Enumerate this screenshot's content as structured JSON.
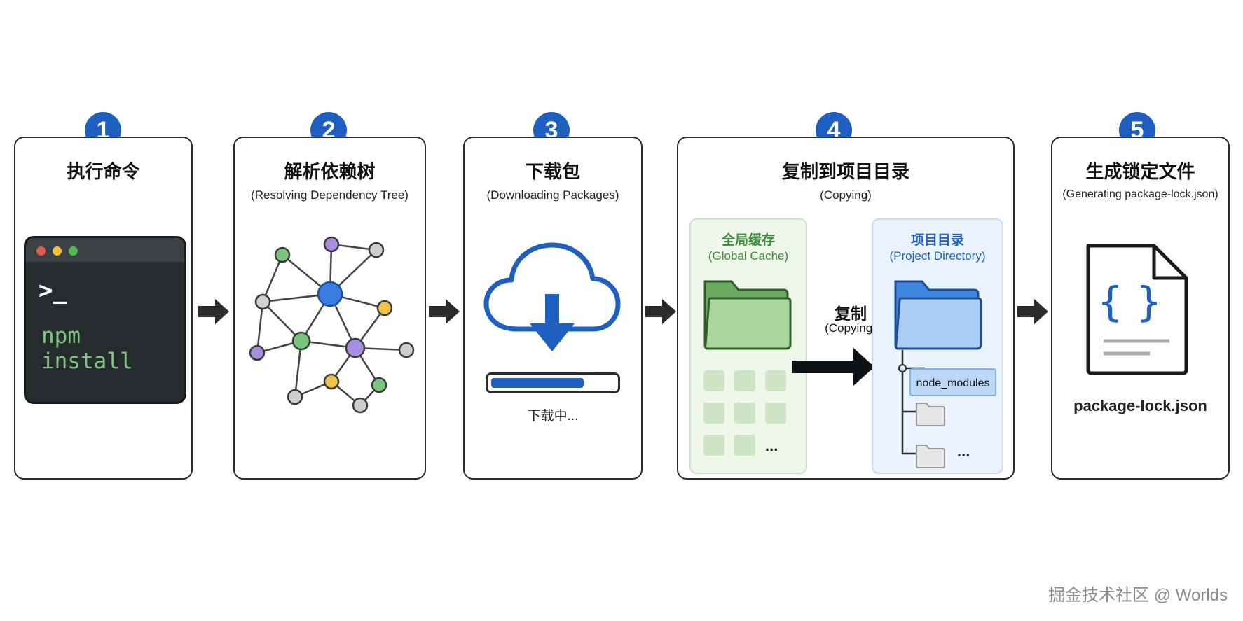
{
  "steps": [
    {
      "number": "1",
      "title": "执行命令",
      "terminal": {
        "prompt": ">_",
        "command": "npm install"
      }
    },
    {
      "number": "2",
      "title": "解析依赖树",
      "subtitle": "(Resolving Dependency Tree)"
    },
    {
      "number": "3",
      "title": "下载包",
      "subtitle": "(Downloading Packages)",
      "progress": 0.75,
      "status": "下载中..."
    },
    {
      "number": "4",
      "title": "复制到项目目录",
      "subtitle": "(Copying)",
      "global_cache": {
        "title": "全局缓存",
        "subtitle": "(Global Cache)",
        "more": "..."
      },
      "copy_label": {
        "title": "复制",
        "subtitle": "(Copying)"
      },
      "project_dir": {
        "title": "项目目录",
        "subtitle": "(Project Directory)",
        "node_modules": "node_modules",
        "more": "..."
      }
    },
    {
      "number": "5",
      "title": "生成锁定文件",
      "subtitle": "(Generating package-lock.json)",
      "file_glyph": "{ }",
      "file_name": "package-lock.json"
    }
  ],
  "colors": {
    "badge": "#1f5fbf",
    "node_blue": "#3a7be0",
    "node_green": "#7bc47b",
    "node_purple": "#a98de0",
    "node_yellow": "#f2c44a",
    "node_gray": "#cfcfcf",
    "cache_green": "#7cc47c",
    "project_blue": "#5aa2f0"
  },
  "watermark": "掘金技术社区 @ Worlds"
}
